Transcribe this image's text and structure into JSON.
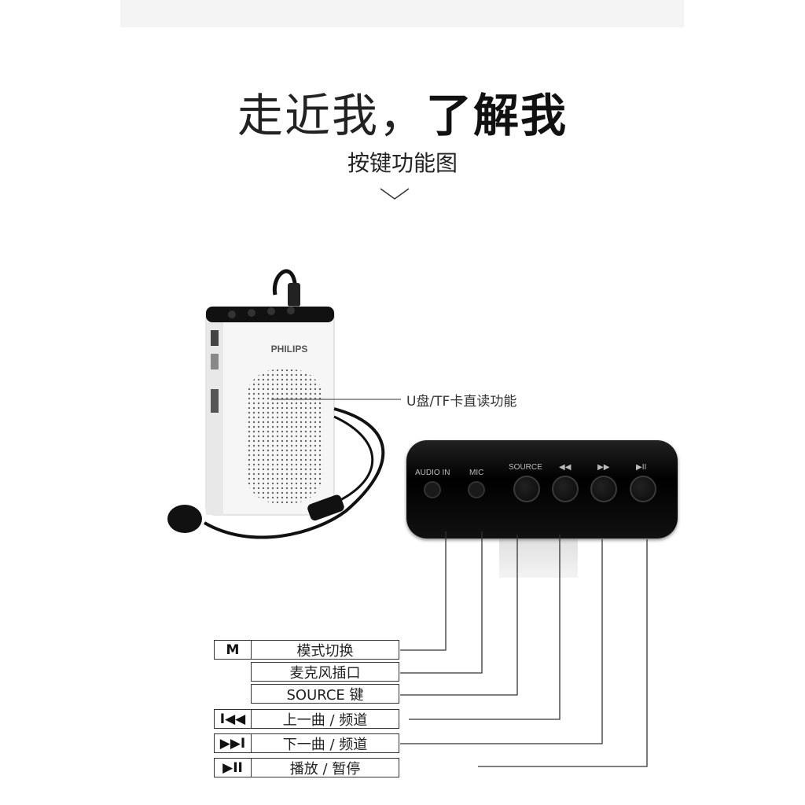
{
  "title": {
    "light": "走近我，",
    "bold": "了解我"
  },
  "subtitle": "按键功能图",
  "device": {
    "brand": "PHILIPS",
    "callout": "U盘/TF卡直读功能"
  },
  "panel": {
    "labels": [
      "AUDIO IN",
      "MIC",
      "SOURCE",
      "◀◀",
      "▶▶",
      "▶II"
    ]
  },
  "legend": [
    {
      "icon": "M",
      "label": "模式切换"
    },
    {
      "icon": "",
      "label": "麦克风插口"
    },
    {
      "icon": "",
      "label": "SOURCE 键"
    },
    {
      "icon": "I◀◀",
      "label": "上一曲 / 频道"
    },
    {
      "icon": "▶▶I",
      "label": "下一曲 / 频道"
    },
    {
      "icon": "▶II",
      "label": "播放 / 暂停"
    }
  ]
}
